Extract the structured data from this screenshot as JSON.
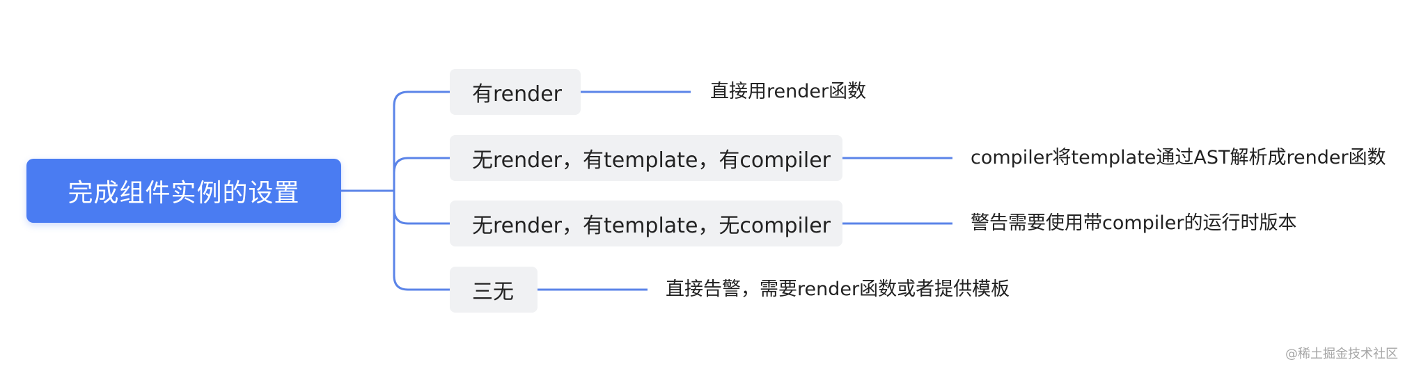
{
  "root": {
    "label": "完成组件实例的设置"
  },
  "branches": [
    {
      "label": "有render",
      "detail": "直接用render函数"
    },
    {
      "label": "无render，有template，有compiler",
      "detail": "compiler将template通过AST解析成render函数"
    },
    {
      "label": "无render，有template，无compiler",
      "detail": "警告需要使用带compiler的运行时版本"
    },
    {
      "label": "三无",
      "detail": "直接告警，需要render函数或者提供模板"
    }
  ],
  "watermark": "@稀土掘金技术社区",
  "colors": {
    "root_fill": "#4a7cf2",
    "connector": "#5b84e8",
    "branch_fill": "#f0f1f3",
    "text": "#222222"
  }
}
